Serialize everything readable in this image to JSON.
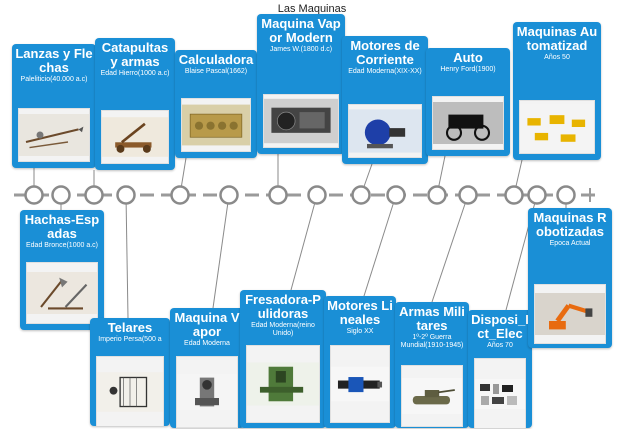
{
  "title": "Las Maquinas",
  "colors": {
    "card": "#1a8fd6",
    "line": "#9a9a9a",
    "node_fill": "#ffffff",
    "node_stroke": "#8a8a8a"
  },
  "cards": [
    {
      "id": "lanzas",
      "title": "Lanzas y Flechas",
      "subtitle": "Paleliticio(40.000 a.c)",
      "image": "spear-arrow-tools-icon"
    },
    {
      "id": "catapultas",
      "title": "Catapultas y armas",
      "subtitle": "Edad Hierro(1000 a.c)",
      "image": "catapult-icon"
    },
    {
      "id": "calculadora",
      "title": "Calculadora",
      "subtitle": "Blaise Pascal(1662)",
      "image": "pascal-calculator-icon"
    },
    {
      "id": "maquina-vapor-modern",
      "title": "Maquina Vapor Modern",
      "subtitle": "James W.(1800 d.c)",
      "image": "steam-engine-icon"
    },
    {
      "id": "motores-corriente",
      "title": "Motores de Corriente",
      "subtitle": "Edad Moderna(XIX-XX)",
      "image": "electric-motor-icon"
    },
    {
      "id": "auto",
      "title": "Auto",
      "subtitle": "Henry Ford(1900)",
      "image": "vintage-car-icon"
    },
    {
      "id": "automatizadas",
      "title": "Maquinas Automatizad",
      "subtitle": "Años 50",
      "image": "construction-machines-icon"
    },
    {
      "id": "hachas",
      "title": "Hachas-Espadas",
      "subtitle": "Edad Bronce(1000 a.c)",
      "image": "axes-swords-icon"
    },
    {
      "id": "telares",
      "title": "Telares",
      "subtitle": "Imperio Persa(500 a",
      "image": "loom-icon"
    },
    {
      "id": "maquina-vapor",
      "title": "Maquina Vapor",
      "subtitle": "Edad Moderna",
      "image": "steam-machine-icon"
    },
    {
      "id": "fresadora",
      "title": "Fresadora-Pulidoras",
      "subtitle": "Edad Moderna(reino Unido)",
      "image": "milling-machine-icon"
    },
    {
      "id": "motores-lineales",
      "title": "Motores Lineales",
      "subtitle": "Siglo XX",
      "image": "linear-motor-icon"
    },
    {
      "id": "armas-militares",
      "title": "Armas Militares",
      "subtitle": "1º-2º Guerra Mundial(1910-1945)",
      "image": "tank-icon"
    },
    {
      "id": "disposi",
      "title": "Disposi_Ict_Elec",
      "subtitle": "Años 70",
      "image": "electronic-devices-icon"
    },
    {
      "id": "robotizadas",
      "title": "Maquinas Robotizadas",
      "subtitle": "Epoca Actual",
      "image": "industrial-robot-icon"
    }
  ]
}
